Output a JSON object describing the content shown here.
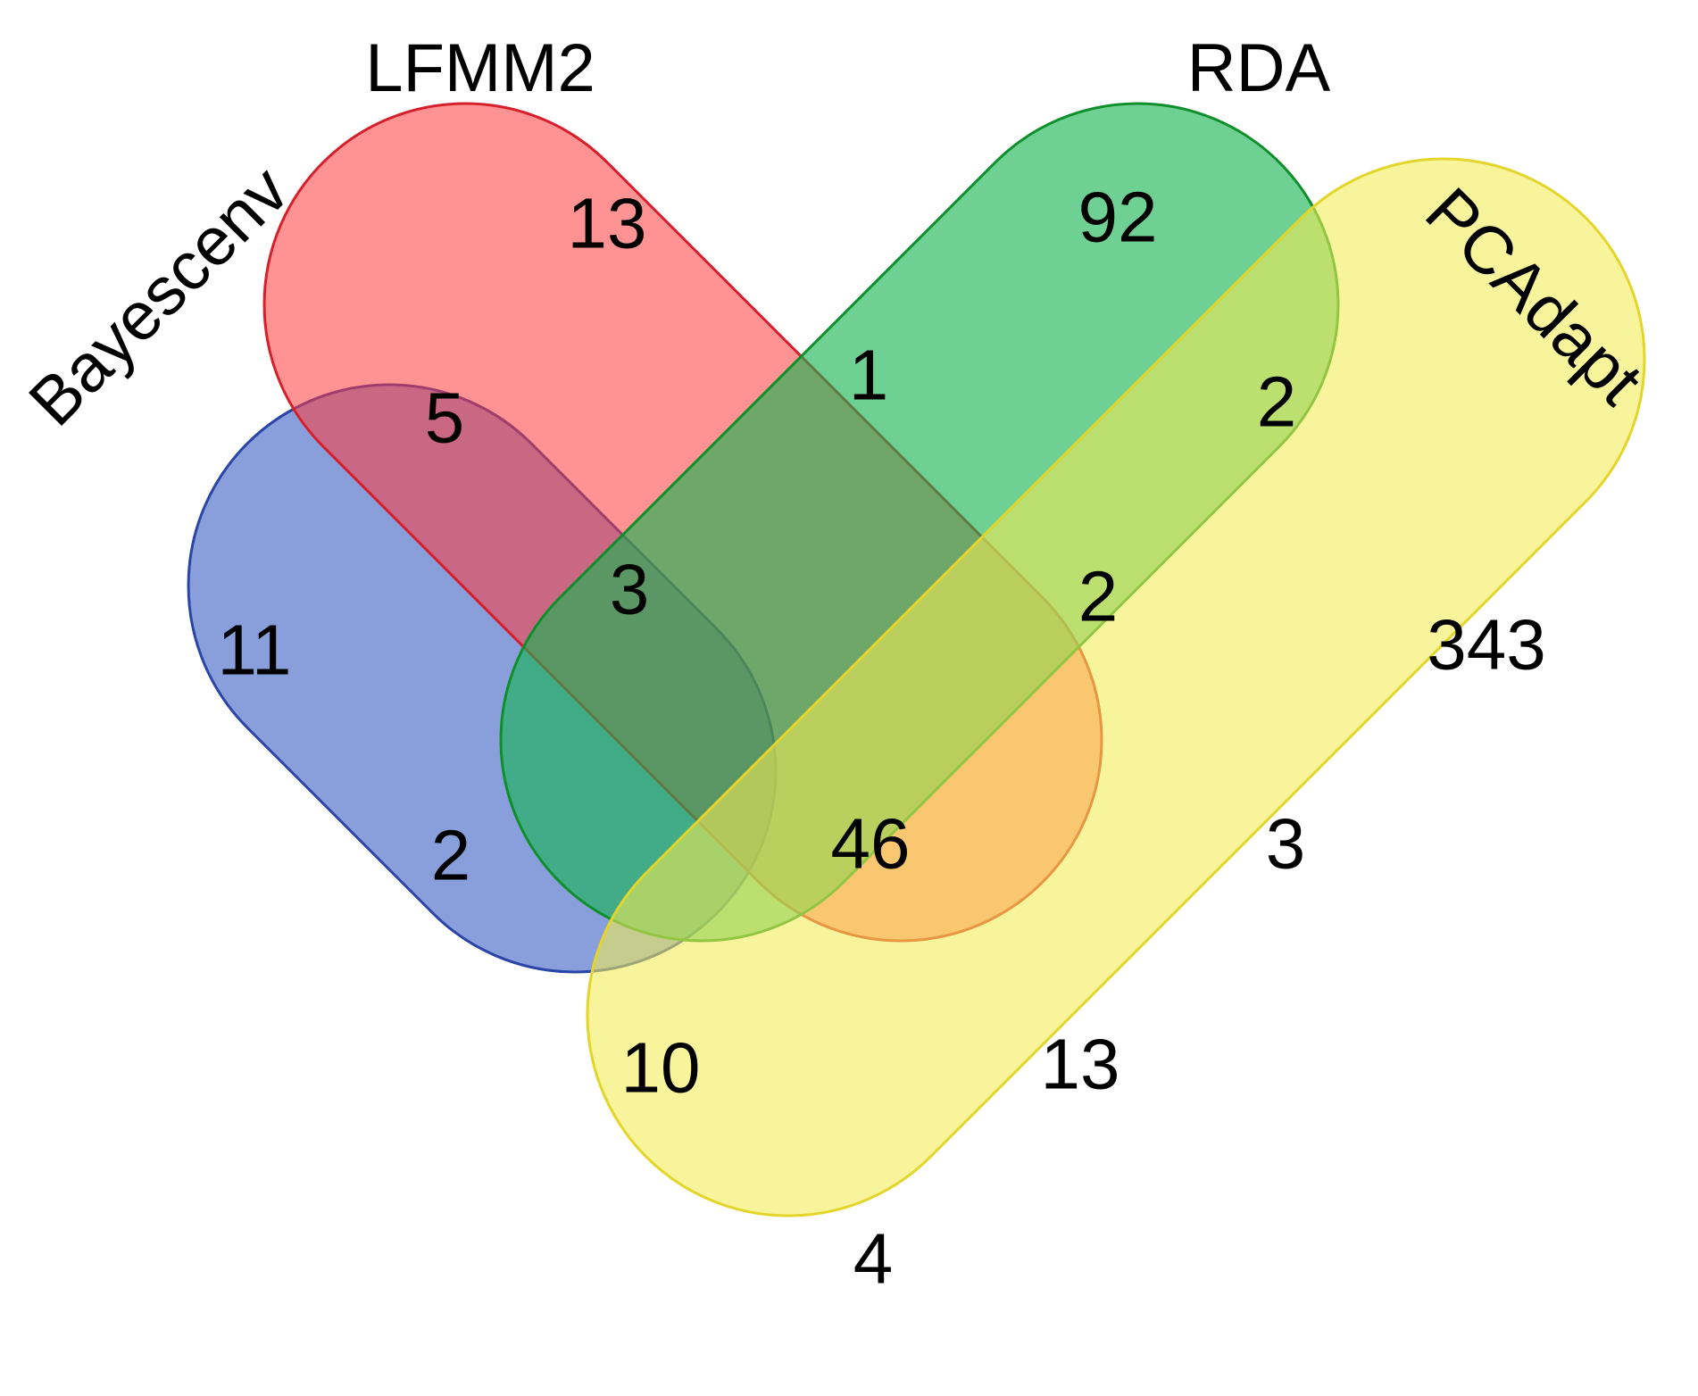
{
  "sets": [
    {
      "key": "bayescenv",
      "name": "Bayescenv",
      "color": "#3b5fc4"
    },
    {
      "key": "lfmm2",
      "name": "LFMM2",
      "color": "#ff3b3b"
    },
    {
      "key": "rda",
      "name": "RDA",
      "color": "#16b352"
    },
    {
      "key": "pcadapt",
      "name": "PCAdapt",
      "color": "#f3ec55"
    }
  ],
  "regions": {
    "bayescenv_only": "11",
    "lfmm2_only": "13",
    "rda_only": "92",
    "pcadapt_only": "343",
    "bayescenv_lfmm2": "5",
    "lfmm2_rda": "1",
    "rda_pcadapt": "2",
    "bayescenv_lfmm2_rda": "3",
    "lfmm2_rda_pcadapt": "2",
    "bayescenv_rda": "2",
    "lfmm2_pcadapt": "3",
    "all_four": "46",
    "bayescenv_rda_pcadapt": "10",
    "bayescenv_lfmm2_pcadapt": "13",
    "bayescenv_pcadapt": "4"
  }
}
